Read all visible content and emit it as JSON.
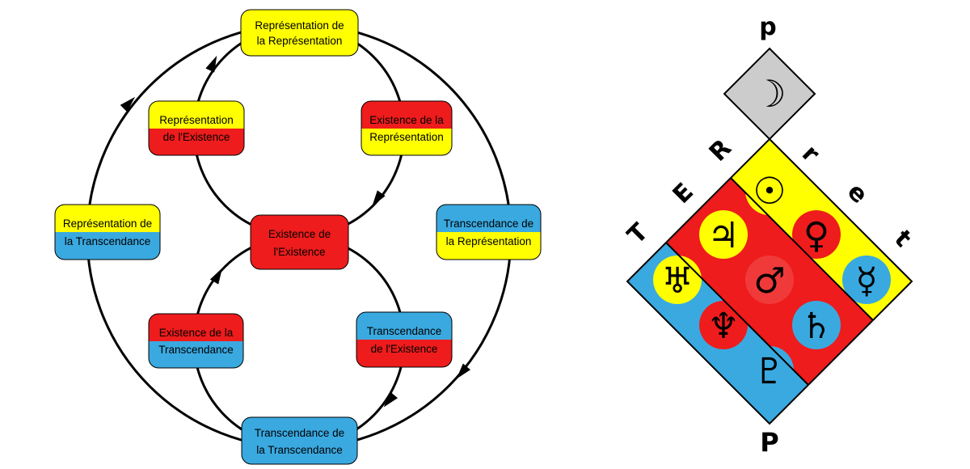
{
  "colors": {
    "yellow": "#ffff00",
    "red": "#ee1c1c",
    "blue": "#3aa9e0",
    "gray": "#cccccc",
    "black": "#000000"
  },
  "cycle_diagram": {
    "nodes": {
      "top": {
        "line1": "Représentation de",
        "line2": "la Représentation"
      },
      "upper_left": {
        "line1": "Représentation",
        "line2": "de l'Existence"
      },
      "upper_right": {
        "line1": "Existence de la",
        "line2": "Représentation"
      },
      "left": {
        "line1": "Représentation de",
        "line2": "la Transcendance"
      },
      "center": {
        "line1": "Existence de",
        "line2": "l'Existence"
      },
      "right": {
        "line1": "Transcendance de",
        "line2": "la Représentation"
      },
      "lower_left": {
        "line1": "Existence de la",
        "line2": "Transcendance"
      },
      "lower_right": {
        "line1": "Transcendance",
        "line2": "de l'Existence"
      },
      "bottom": {
        "line1": "Transcendance de",
        "line2": "la Transcendance"
      }
    }
  },
  "diamond_diagram": {
    "top_letter": "p",
    "bottom_letter": "P",
    "left_edge_letters": [
      "T",
      "E",
      "R"
    ],
    "right_edge_letters": [
      "r",
      "e",
      "t"
    ],
    "gray_cell_symbol": "☽",
    "yellow_band_symbols": [
      "☉",
      "♀",
      "☿"
    ],
    "red_band_symbols": [
      "♃",
      "♂",
      "♄"
    ],
    "blue_band_symbols": [
      "♅",
      "♆",
      "♇"
    ]
  }
}
